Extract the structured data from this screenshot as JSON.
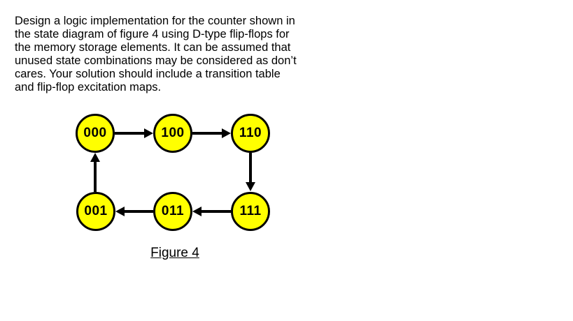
{
  "problem": {
    "lines": [
      "Design a logic implementation for the counter shown in",
      "the state diagram of figure 4 using D-type flip-flops for",
      "the memory storage elements. It can be assumed that",
      "unused state combinations may be considered as don’t",
      "cares. Your solution should include a transition table",
      "and flip-flop excitation maps."
    ]
  },
  "diagram": {
    "type": "state-diagram",
    "states": {
      "s000": "000",
      "s100": "100",
      "s110": "110",
      "s001": "001",
      "s011": "011",
      "s111": "111"
    },
    "transitions": [
      {
        "from": "000",
        "to": "100"
      },
      {
        "from": "100",
        "to": "110"
      },
      {
        "from": "110",
        "to": "111"
      },
      {
        "from": "111",
        "to": "011"
      },
      {
        "from": "011",
        "to": "001"
      },
      {
        "from": "001",
        "to": "000"
      }
    ],
    "caption": "Figure 4",
    "colors": {
      "state_fill": "#ffff00",
      "stroke": "#000000",
      "background": "#ffffff"
    }
  }
}
